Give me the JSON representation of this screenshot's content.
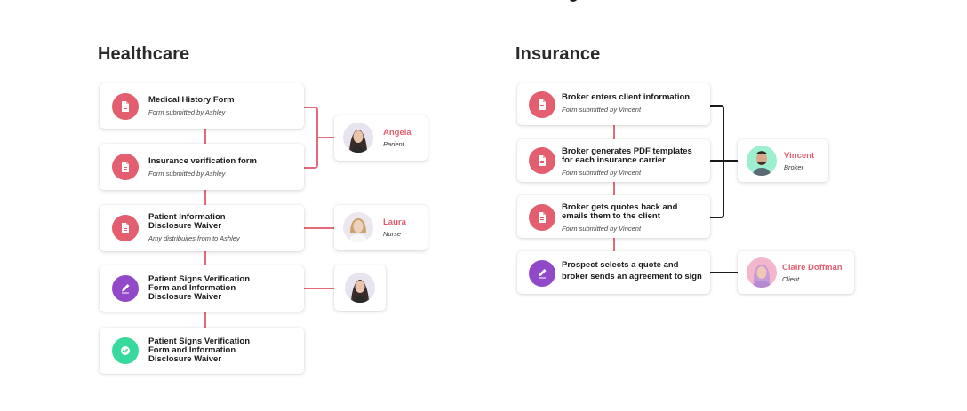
{
  "healthcare": {
    "title": "Healthcare",
    "steps": [
      {
        "title": "Medical History Form",
        "subtitle": "Form submitted by Ashley",
        "icon": "document-icon"
      },
      {
        "title": "Insurance verification form",
        "subtitle": "Form submitted by Ashley",
        "icon": "document-icon"
      },
      {
        "title": "Patient Information Disclosure Waiver",
        "subtitle": "Amy distribuites from to Ashley",
        "icon": "document-icon"
      },
      {
        "title": "Patient Signs Verification Form and Information Disclosure Waiver",
        "subtitle": "",
        "icon": "pen-icon"
      },
      {
        "title": "Patient Signs Verification Form and Information Disclosure Waiver",
        "subtitle": "",
        "icon": "check-icon"
      }
    ],
    "people": [
      {
        "name": "Angela",
        "role": "Parient"
      },
      {
        "name": "Laura",
        "role": "Nurse"
      },
      {
        "name": "",
        "role": ""
      }
    ]
  },
  "insurance": {
    "title": "Insurance",
    "steps": [
      {
        "title": "Broker enters client information",
        "subtitle": "Form submitted by Vincent",
        "icon": "document-icon"
      },
      {
        "title": "Broker generates PDF templates for each insurance carrier",
        "subtitle": "Form submitted by Vincent",
        "icon": "document-icon"
      },
      {
        "title": "Broker gets quotes back and emails them to the client",
        "subtitle": "Form submitted by Vincent",
        "icon": "document-icon"
      },
      {
        "title": "Prospect selects a quote and broker sends an agreement to sign",
        "subtitle": "",
        "icon": "pen-icon"
      }
    ],
    "people": [
      {
        "name": "Vincent",
        "role": "Broker"
      },
      {
        "name": "Claire Doffman",
        "role": "Client"
      }
    ]
  },
  "colors": {
    "accent_red": "#e35f6f",
    "pen_purple": "#9249c8",
    "check_green": "#38d99c",
    "connector_red": "#e66a78",
    "connector_dark": "#1a1a1a"
  }
}
